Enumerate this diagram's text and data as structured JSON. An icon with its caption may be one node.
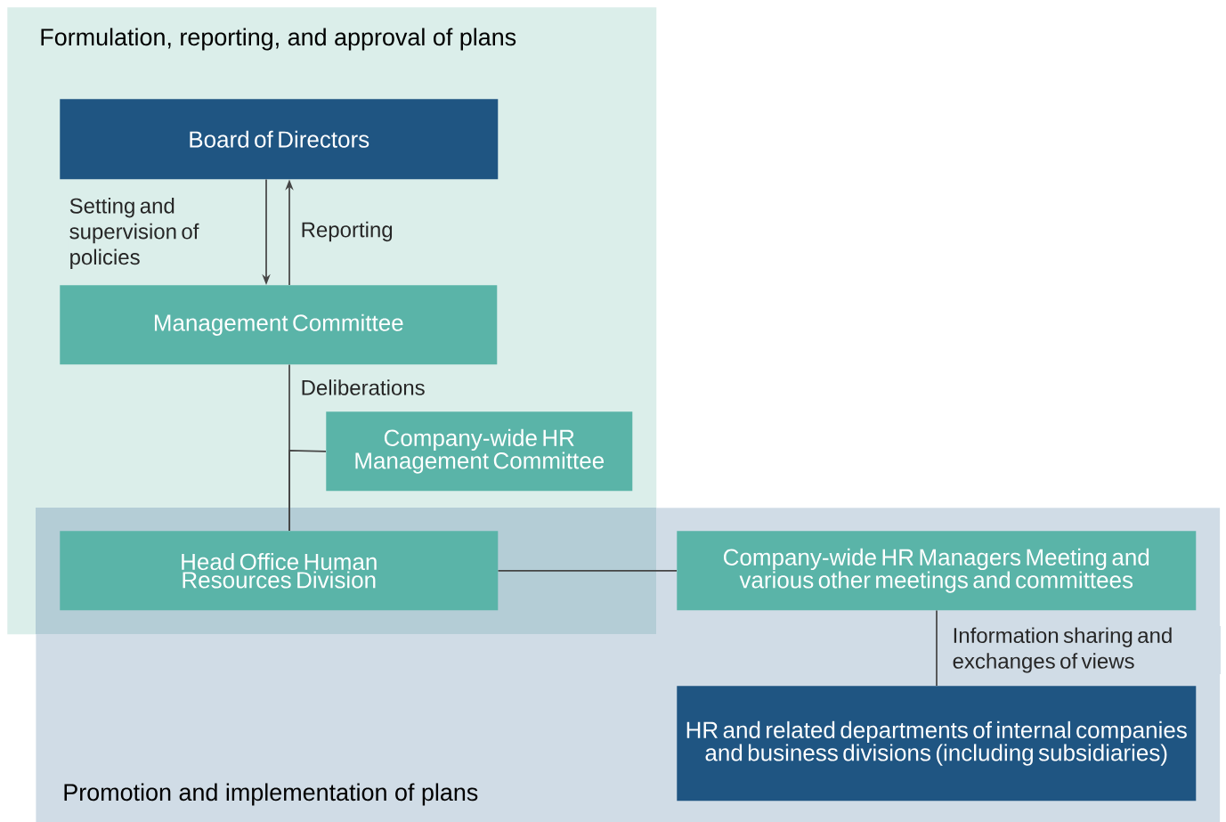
{
  "diagram": {
    "nodes": [
      {
        "text": [
          "Formulation, reporting, and approval of plans"
        ]
      },
      {
        "text": [
          "Promotion and implementation of plans"
        ]
      },
      {
        "text": [
          "Board of Directors"
        ],
        "in": 0
      },
      {
        "text": [
          "Management Committee"
        ],
        "in": 0
      },
      {
        "text": [
          "Company-wide HR Management Committee"
        ],
        "in": 0
      },
      {
        "text": [
          "Head Office Human Resources Division"
        ]
      },
      {
        "text": [
          "Company-wide HR Managers Meeting and various other meetings and committees"
        ],
        "in": 1
      },
      {
        "text": [
          "HR and related departments of internal companies and business divisions (including subsidiaries)"
        ],
        "in": 1
      }
    ],
    "edges": [
      {
        "from": 2,
        "to": 3,
        "arrow": "to",
        "label": "Setting and supervision of policies"
      },
      {
        "from": 3,
        "to": 2,
        "arrow": "to",
        "label": "Reporting"
      },
      {
        "from": 3,
        "to": 5,
        "arrow": "none",
        "label": "Deliberations"
      },
      {
        "from": 4,
        "to": 5,
        "arrow": "none"
      },
      {
        "from": 5,
        "to": 6,
        "arrow": "none"
      },
      {
        "from": 6,
        "to": 7,
        "arrow": "none",
        "label": "Information sharing and exchanges of views"
      }
    ]
  }
}
